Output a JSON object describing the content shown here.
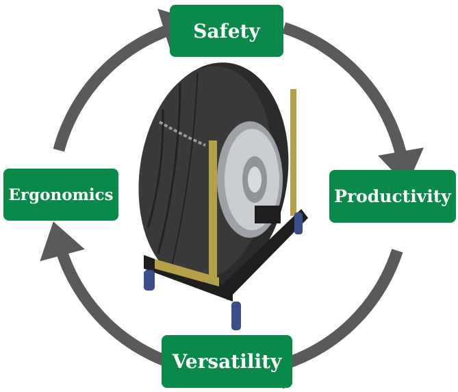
{
  "diagram": {
    "nodes": [
      {
        "id": "safety",
        "label": "Safety"
      },
      {
        "id": "productivity",
        "label": "Productivity"
      },
      {
        "id": "versatility",
        "label": "Versatility"
      },
      {
        "id": "ergonomics",
        "label": "Ergonomics"
      }
    ],
    "edges": [
      {
        "from": "safety",
        "to": "productivity"
      },
      {
        "from": "productivity",
        "to": "versatility"
      },
      {
        "from": "versatility",
        "to": "ergonomics"
      },
      {
        "from": "ergonomics",
        "to": "safety"
      }
    ],
    "center_image": "wheel-dolly-with-truck-tire",
    "colors": {
      "node_fill": "#0a8a4a",
      "arrow": "#5a5a5a",
      "tire": "#2b2b2b",
      "frame": "#b5a04a",
      "rim": "#c9ccd0"
    }
  }
}
